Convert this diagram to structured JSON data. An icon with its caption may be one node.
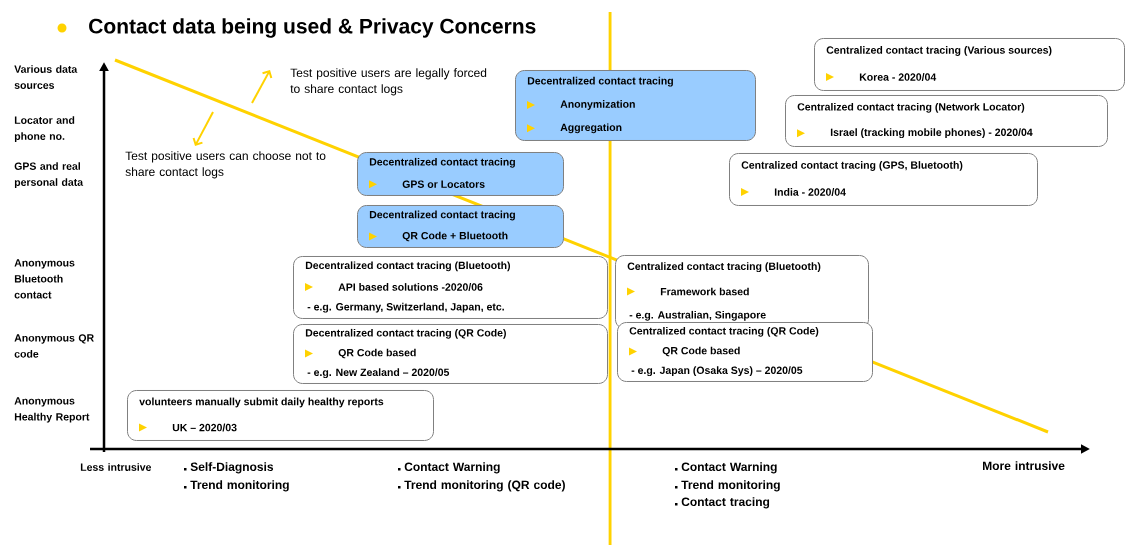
{
  "diagram": {
    "title": "Contact data being used & Privacy Concerns",
    "nodes": [
      {
        "text": [
          "Centralized contact tracing (Various sources)",
          "Korea - 2020/04"
        ]
      },
      {
        "text": [
          "Decentralized contact tracing",
          "Anonymization",
          "Aggregation"
        ]
      },
      {
        "text": [
          "Centralized contact tracing (Network Locator)",
          "Israel (tracking mobile phones) - 2020/04"
        ]
      },
      {
        "text": [
          "Decentralized contact tracing",
          "GPS or Locators"
        ]
      },
      {
        "text": [
          "Centralized contact tracing (GPS, Bluetooth)",
          "India - 2020/04"
        ]
      },
      {
        "text": [
          "Decentralized contact tracing",
          "QR Code + Bluetooth"
        ]
      },
      {
        "text": [
          "Decentralized contact tracing (Bluetooth)",
          "API based solutions -2020/06",
          "- e.g. Germany, Switzerland, Japan, etc."
        ]
      },
      {
        "text": [
          "Centralized contact tracing (Bluetooth)",
          "Framework based",
          "- e.g. Australian, Singapore"
        ]
      },
      {
        "text": [
          "Decentralized contact tracing (QR Code)",
          "QR Code based",
          "- e.g. New Zealand – 2020/05"
        ]
      },
      {
        "text": [
          "Centralized contact tracing (QR Code)",
          "QR Code based",
          "- e.g. Japan (Osaka Sys) – 2020/05"
        ]
      },
      {
        "text": [
          "volunteers manually submit  daily healthy reports",
          "UK – 2020/03"
        ]
      }
    ],
    "labels": [
      "Various data sources",
      "Locator and phone no.",
      "GPS and real personal data",
      "Anonymous Bluetooth contact",
      "Anonymous QR code",
      "Anonymous Healthy Report",
      "Test positive users are legally forced to share contact logs",
      "Test positive users can choose not to share contact logs",
      "Less intrusive",
      "Self-Diagnosis",
      "Trend monitoring",
      "Contact Warning",
      "Trend monitoring  (QR code)",
      "Contact Warning",
      "Trend monitoring",
      "Contact tracing",
      "More intrusive"
    ]
  }
}
